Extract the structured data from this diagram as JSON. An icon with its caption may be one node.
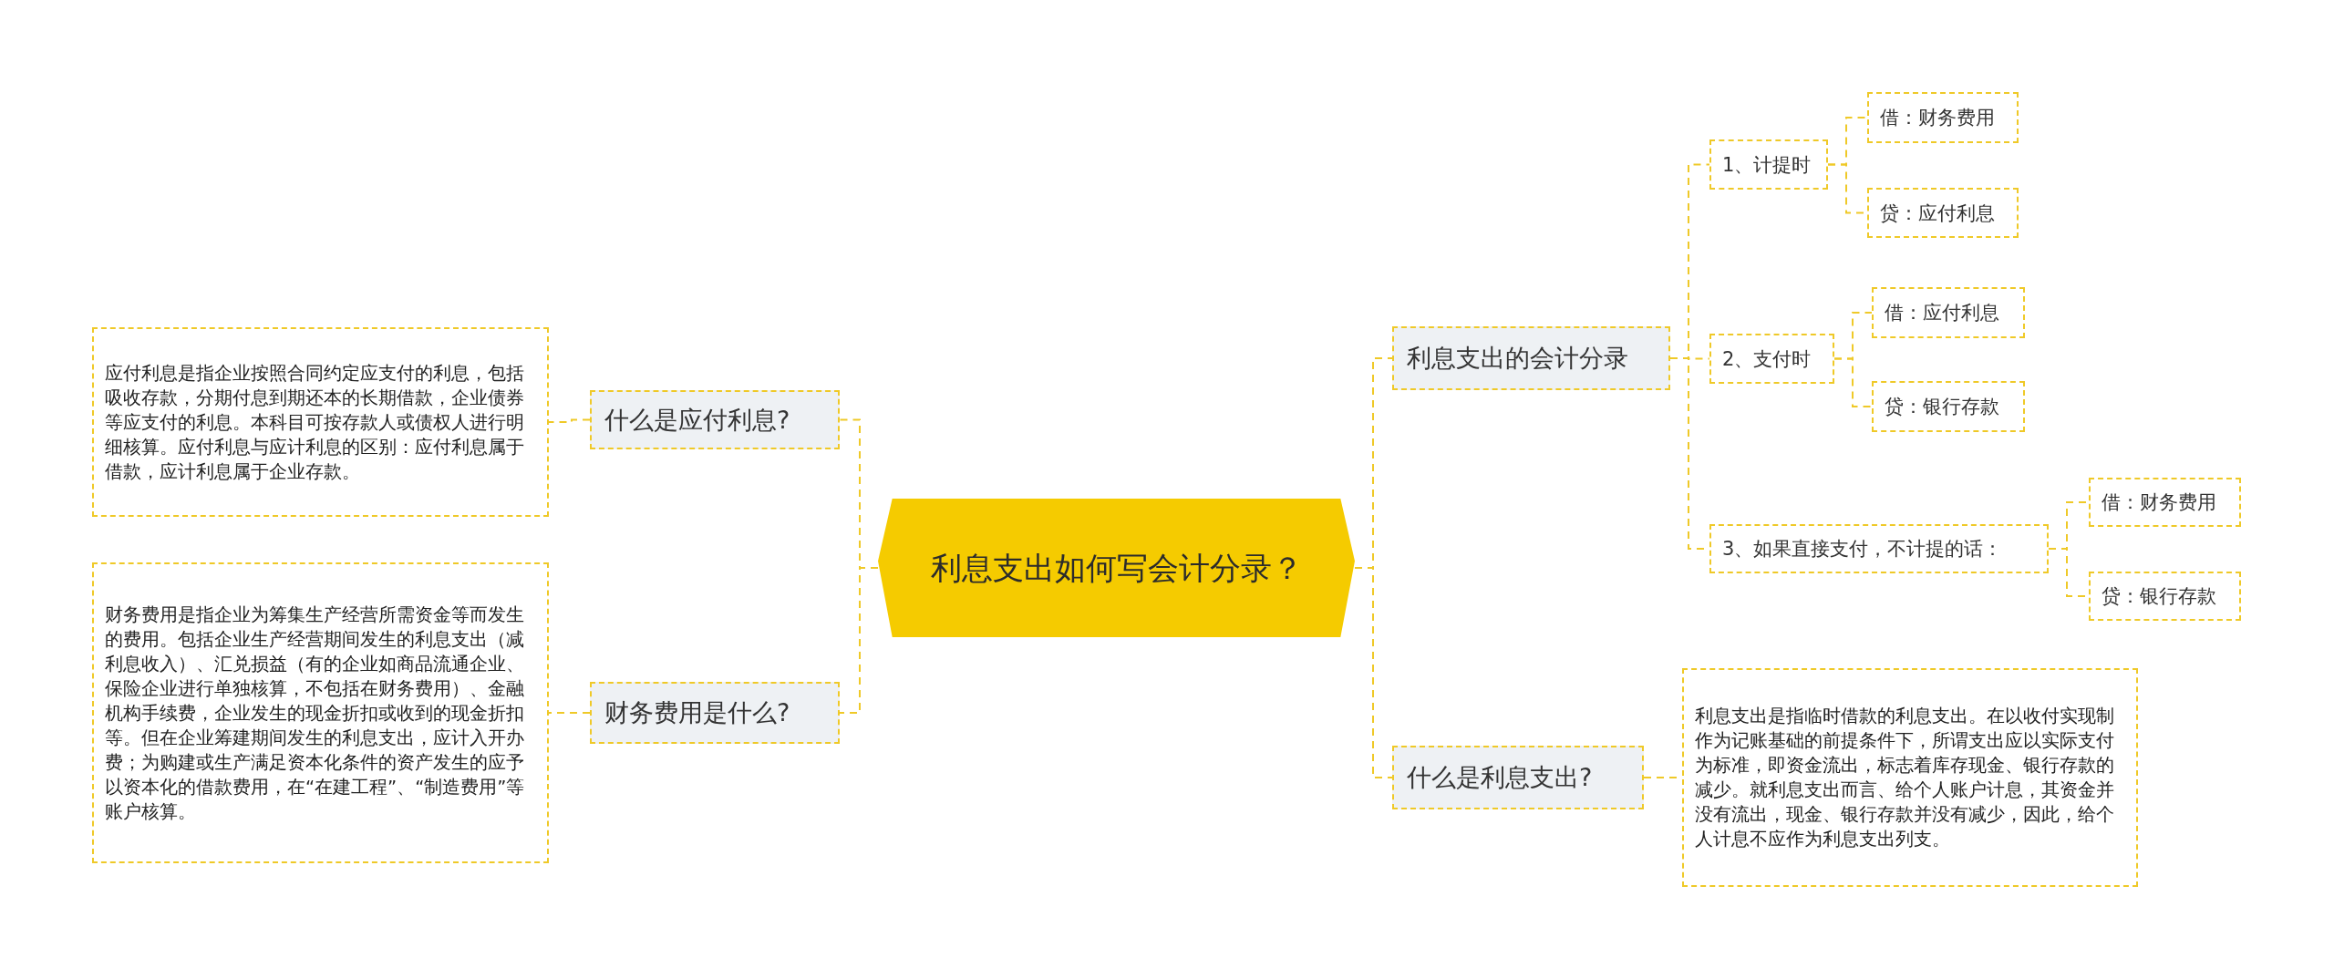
{
  "diagram": {
    "nodes": [
      {
        "text": [
          "利息支出如何写会计分录？"
        ]
      },
      {
        "text": [
          "什么是应付利息?"
        ]
      },
      {
        "text": [
          "应付利息是指企业按照合同约定应支付的利息，包括吸收存款，分期付息到期还本的长期借款，企业债券等应支付的利息。本科目可按存款人或债权人进行明细核算。应付利息与应计利息的区别：应付利息属于借款，应计利息属于企业存款。"
        ]
      },
      {
        "text": [
          "财务费用是什么?"
        ]
      },
      {
        "text": [
          "财务费用是指企业为筹集生产经营所需资金等而发生的费用。包括企业生产经营期间发生的利息支出（减利息收入）、汇兑损益（有的企业如商品流通企业、保险企业进行单独核算，不包括在财务费用）、金融机构手续费，企业发生的现金折扣或收到的现金折扣等。但在企业筹建期间发生的利息支出，应计入开办费；为购建或生产满足资本化条件的资产发生的应予以资本化的借款费用，在“在建工程”、“制造费用”等账户核算。"
        ]
      },
      {
        "text": [
          "利息支出的会计分录"
        ]
      },
      {
        "text": [
          "1、计提时"
        ]
      },
      {
        "text": [
          "借：财务费用"
        ]
      },
      {
        "text": [
          "贷：应付利息"
        ]
      },
      {
        "text": [
          "2、支付时"
        ]
      },
      {
        "text": [
          "借：应付利息"
        ]
      },
      {
        "text": [
          "贷：银行存款"
        ]
      },
      {
        "text": [
          "3、如果直接支付，不计提的话："
        ]
      },
      {
        "text": [
          "借：财务费用"
        ]
      },
      {
        "text": [
          "贷：银行存款"
        ]
      },
      {
        "text": [
          "什么是利息支出?"
        ]
      },
      {
        "text": [
          "利息支出是指临时借款的利息支出。在以收付实现制作为记账基础的前提条件下，所谓支出应以实际支付为标准，即资金流出，标志着库存现金、银行存款的减少。就利息支出而言、给个人账户计息，其资金并没有流出，现金、银行存款并没有减少，因此，给个人计息不应作为利息支出列支。"
        ]
      }
    ],
    "edges": [
      {
        "from": 0,
        "to": 1,
        "arrow": "none"
      },
      {
        "from": 1,
        "to": 2,
        "arrow": "none"
      },
      {
        "from": 0,
        "to": 3,
        "arrow": "none"
      },
      {
        "from": 3,
        "to": 4,
        "arrow": "none"
      },
      {
        "from": 0,
        "to": 5,
        "arrow": "none"
      },
      {
        "from": 5,
        "to": 6,
        "arrow": "none"
      },
      {
        "from": 6,
        "to": 7,
        "arrow": "none"
      },
      {
        "from": 6,
        "to": 8,
        "arrow": "none"
      },
      {
        "from": 5,
        "to": 9,
        "arrow": "none"
      },
      {
        "from": 9,
        "to": 10,
        "arrow": "none"
      },
      {
        "from": 9,
        "to": 11,
        "arrow": "none"
      },
      {
        "from": 5,
        "to": 12,
        "arrow": "none"
      },
      {
        "from": 12,
        "to": 13,
        "arrow": "none"
      },
      {
        "from": 12,
        "to": 14,
        "arrow": "none"
      },
      {
        "from": 0,
        "to": 15,
        "arrow": "none"
      },
      {
        "from": 15,
        "to": 16,
        "arrow": "none"
      }
    ]
  }
}
